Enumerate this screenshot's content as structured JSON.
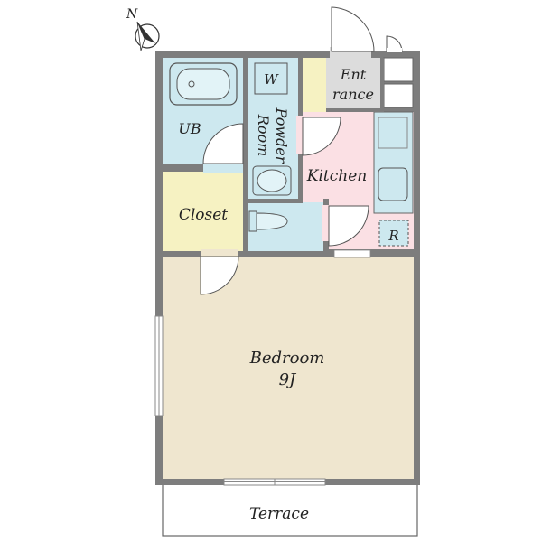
{
  "compass": {
    "label": "N",
    "icon": "north-arrow-icon"
  },
  "rooms": {
    "entrance_line1": "Ent",
    "entrance_line2": "rance",
    "washer": "W",
    "unit_bath": "UB",
    "powder_room_line1": "Powder",
    "powder_room_line2": "Room",
    "kitchen": "Kitchen",
    "closet": "Closet",
    "refrigerator": "R",
    "bedroom": "Bedroom",
    "bedroom_size": "9J",
    "terrace": "Terrace"
  },
  "colors": {
    "wall": "#7d7d7d",
    "wet_area": "#cde8ef",
    "kitchen": "#fbe0e4",
    "entrance": "#dcdcdc",
    "closet": "#f6f2c2",
    "bedroom": "#efe6cf",
    "line": "#555555"
  }
}
